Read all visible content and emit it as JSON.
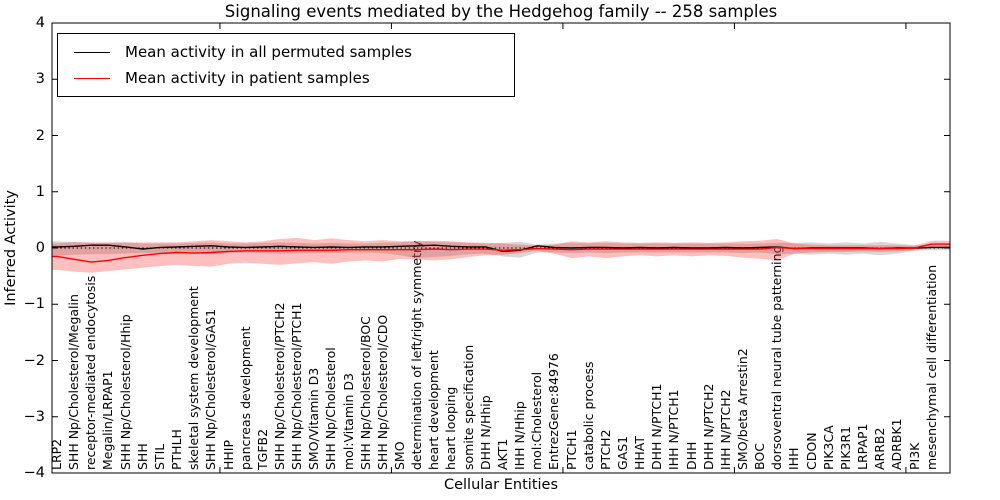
{
  "chart_data": {
    "type": "line",
    "title": "Signaling events mediated by the Hedgehog family -- 258 samples",
    "xlabel": "Cellular Entities",
    "ylabel": "Inferred Activity",
    "ylim": [
      -4,
      4
    ],
    "yticks": [
      4,
      3,
      2,
      1,
      0,
      -1,
      -2,
      -3,
      -4
    ],
    "ytick_labels": [
      "4",
      "3",
      "2",
      "1",
      "0",
      "−1",
      "−2",
      "−3",
      "−4"
    ],
    "grid": false,
    "legend_position": "upper left",
    "zero_line": {
      "value": 0,
      "style": "dotted",
      "color": "#000000"
    },
    "categories": [
      "LRP2",
      "SHH Np/Cholesterol/Megalin",
      "receptor-mediated endocytosis",
      "Megalin/LRPAP1",
      "SHH Np/Cholesterol/Hhip",
      "SHH",
      "STIL",
      "PTHLH",
      "skeletal system development",
      "SHH Np/Cholesterol/GAS1",
      "HHIP",
      "pancreas development",
      "TGFB2",
      "SHH Np/Cholesterol/PTCH2",
      "SHH Np/Cholesterol/PTCH1",
      "SMO/Vitamin D3",
      "SHH Np/Cholesterol",
      "mol:Vitamin D3",
      "SHH Np/Cholesterol/BOC",
      "SHH Np/Cholesterol/CDO",
      "SMO",
      "determination of left/right symmetry",
      "heart development",
      "heart looping",
      "somite specification",
      "DHH N/Hhip",
      "AKT1",
      "IHH N/Hhip",
      "mol:Cholesterol",
      "EntrezGene:84976",
      "PTCH1",
      "catabolic process",
      "PTCH2",
      "GAS1",
      "HHAT",
      "DHH N/PTCH1",
      "IHH N/PTCH1",
      "DHH",
      "DHH N/PTCH2",
      "IHH N/PTCH2",
      "SMO/beta Arrestin2",
      "BOC",
      "dorsoventral neural tube patterning",
      "IHH",
      "CDON",
      "PIK3CA",
      "PIK3R1",
      "LRPAP1",
      "ARRB2",
      "ADRBK1",
      "PI3K",
      "mesenchymal cell differentiation"
    ],
    "series": [
      {
        "name": "Mean activity in all permuted samples",
        "color": "#000000",
        "style": "solid",
        "values": [
          0.02,
          0.03,
          0.05,
          0.05,
          0.02,
          -0.02,
          0.01,
          0.02,
          0.03,
          0.04,
          0.02,
          0.01,
          0.02,
          0.03,
          0.02,
          0.01,
          0.02,
          0.01,
          0.02,
          0.02,
          0.03,
          0.04,
          0.05,
          0.03,
          0.02,
          0.02,
          -0.06,
          -0.04,
          0.04,
          0.01,
          0.0,
          0.01,
          0.01,
          0.0,
          0.01,
          0.0,
          0.01,
          0.0,
          0.0,
          0.01,
          0.0,
          0.01,
          0.02,
          -0.01,
          0.0,
          0.0,
          0.0,
          0.0,
          -0.01,
          0.0,
          0.0,
          0.01
        ]
      },
      {
        "name": "Mean activity in patient samples",
        "color": "#ff0000",
        "style": "solid",
        "values": [
          -0.15,
          -0.2,
          -0.25,
          -0.22,
          -0.17,
          -0.13,
          -0.1,
          -0.08,
          -0.09,
          -0.08,
          -0.06,
          -0.05,
          -0.05,
          -0.05,
          -0.04,
          -0.04,
          -0.04,
          -0.03,
          -0.03,
          -0.03,
          -0.03,
          -0.03,
          -0.02,
          -0.03,
          -0.02,
          -0.02,
          -0.04,
          -0.03,
          -0.01,
          -0.02,
          -0.03,
          -0.02,
          -0.02,
          -0.02,
          -0.02,
          -0.02,
          -0.02,
          -0.02,
          -0.02,
          -0.02,
          -0.02,
          -0.02,
          0.01,
          -0.01,
          -0.01,
          -0.01,
          -0.01,
          -0.01,
          -0.01,
          -0.01,
          0.0,
          0.07
        ]
      }
    ],
    "bands": [
      {
        "name": "permuted samples activity range",
        "color": "#8c8c8c",
        "opacity": 0.35,
        "upper": [
          0.12,
          0.1,
          0.09,
          0.09,
          0.1,
          0.08,
          0.08,
          0.08,
          0.09,
          0.1,
          0.08,
          0.08,
          0.09,
          0.1,
          0.09,
          0.08,
          0.09,
          0.08,
          0.08,
          0.09,
          0.1,
          0.12,
          0.11,
          0.1,
          0.09,
          0.08,
          0.09,
          0.11,
          0.06,
          0.08,
          0.09,
          0.08,
          0.09,
          0.08,
          0.08,
          0.08,
          0.08,
          0.08,
          0.08,
          0.08,
          0.08,
          0.08,
          0.09,
          0.09,
          0.1,
          0.08,
          0.1,
          0.08,
          0.11,
          0.08,
          0.05,
          0.06
        ],
        "lower": [
          -0.14,
          -0.12,
          -0.11,
          -0.11,
          -0.1,
          -0.09,
          -0.09,
          -0.09,
          -0.1,
          -0.11,
          -0.09,
          -0.08,
          -0.09,
          -0.1,
          -0.09,
          -0.08,
          -0.09,
          -0.08,
          -0.08,
          -0.09,
          -0.13,
          -0.18,
          -0.16,
          -0.14,
          -0.11,
          -0.1,
          -0.15,
          -0.17,
          -0.08,
          -0.08,
          -0.09,
          -0.08,
          -0.09,
          -0.08,
          -0.08,
          -0.08,
          -0.08,
          -0.08,
          -0.08,
          -0.08,
          -0.09,
          -0.08,
          -0.11,
          -0.1,
          -0.12,
          -0.1,
          -0.12,
          -0.1,
          -0.13,
          -0.1,
          -0.05,
          -0.04
        ]
      },
      {
        "name": "patient samples activity range",
        "color": "#ff0000",
        "opacity": 0.25,
        "upper": [
          0.08,
          0.11,
          0.1,
          0.1,
          0.1,
          0.1,
          0.1,
          0.1,
          0.12,
          0.14,
          0.12,
          0.1,
          0.12,
          0.16,
          0.18,
          0.14,
          0.17,
          0.14,
          0.12,
          0.14,
          0.12,
          0.12,
          0.13,
          0.12,
          0.1,
          0.09,
          0.08,
          0.06,
          0.04,
          0.06,
          0.12,
          0.1,
          0.12,
          0.1,
          0.09,
          0.1,
          0.09,
          0.1,
          0.09,
          0.1,
          0.12,
          0.13,
          0.16,
          0.08,
          0.06,
          0.05,
          0.05,
          0.05,
          0.05,
          0.05,
          0.04,
          0.13
        ],
        "lower": [
          -0.39,
          -0.42,
          -0.44,
          -0.41,
          -0.38,
          -0.35,
          -0.32,
          -0.3,
          -0.32,
          -0.33,
          -0.28,
          -0.26,
          -0.28,
          -0.3,
          -0.27,
          -0.25,
          -0.28,
          -0.24,
          -0.22,
          -0.24,
          -0.19,
          -0.21,
          -0.22,
          -0.2,
          -0.16,
          -0.13,
          -0.12,
          -0.09,
          -0.05,
          -0.1,
          -0.18,
          -0.15,
          -0.18,
          -0.15,
          -0.13,
          -0.15,
          -0.13,
          -0.15,
          -0.13,
          -0.14,
          -0.17,
          -0.19,
          -0.22,
          -0.1,
          -0.08,
          -0.07,
          -0.07,
          -0.06,
          -0.07,
          -0.06,
          -0.04,
          0.0
        ]
      }
    ]
  }
}
